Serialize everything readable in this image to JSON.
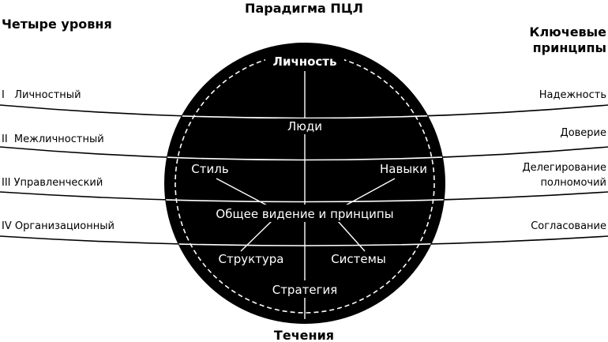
{
  "title": "Парадигма ПЦЛ",
  "left_heading": "Четыре уровня",
  "right_heading": [
    "Ключевые",
    "принципы"
  ],
  "bottom_heading": "Течения",
  "levels": [
    {
      "label": "I   Личностный",
      "principle": "Надежность"
    },
    {
      "label": "II  Межличностный",
      "principle": "Доверие"
    },
    {
      "label": "III Управленческий",
      "principle": [
        "Делегирование",
        "полномочий"
      ]
    },
    {
      "label": "IV Организационный",
      "principle": "Согласование"
    }
  ],
  "inner": {
    "personality": "Личность",
    "people": "Люди",
    "style": "Стиль",
    "skills": "Навыки",
    "vision": "Общее видение и принципы",
    "structure": "Структура",
    "systems": "Системы",
    "strategy": "Стратегия"
  },
  "colors": {
    "circle": "#000000",
    "line": "#000000",
    "inner_line": "#ffffff",
    "text_dark": "#000000",
    "text_light": "#ffffff"
  }
}
